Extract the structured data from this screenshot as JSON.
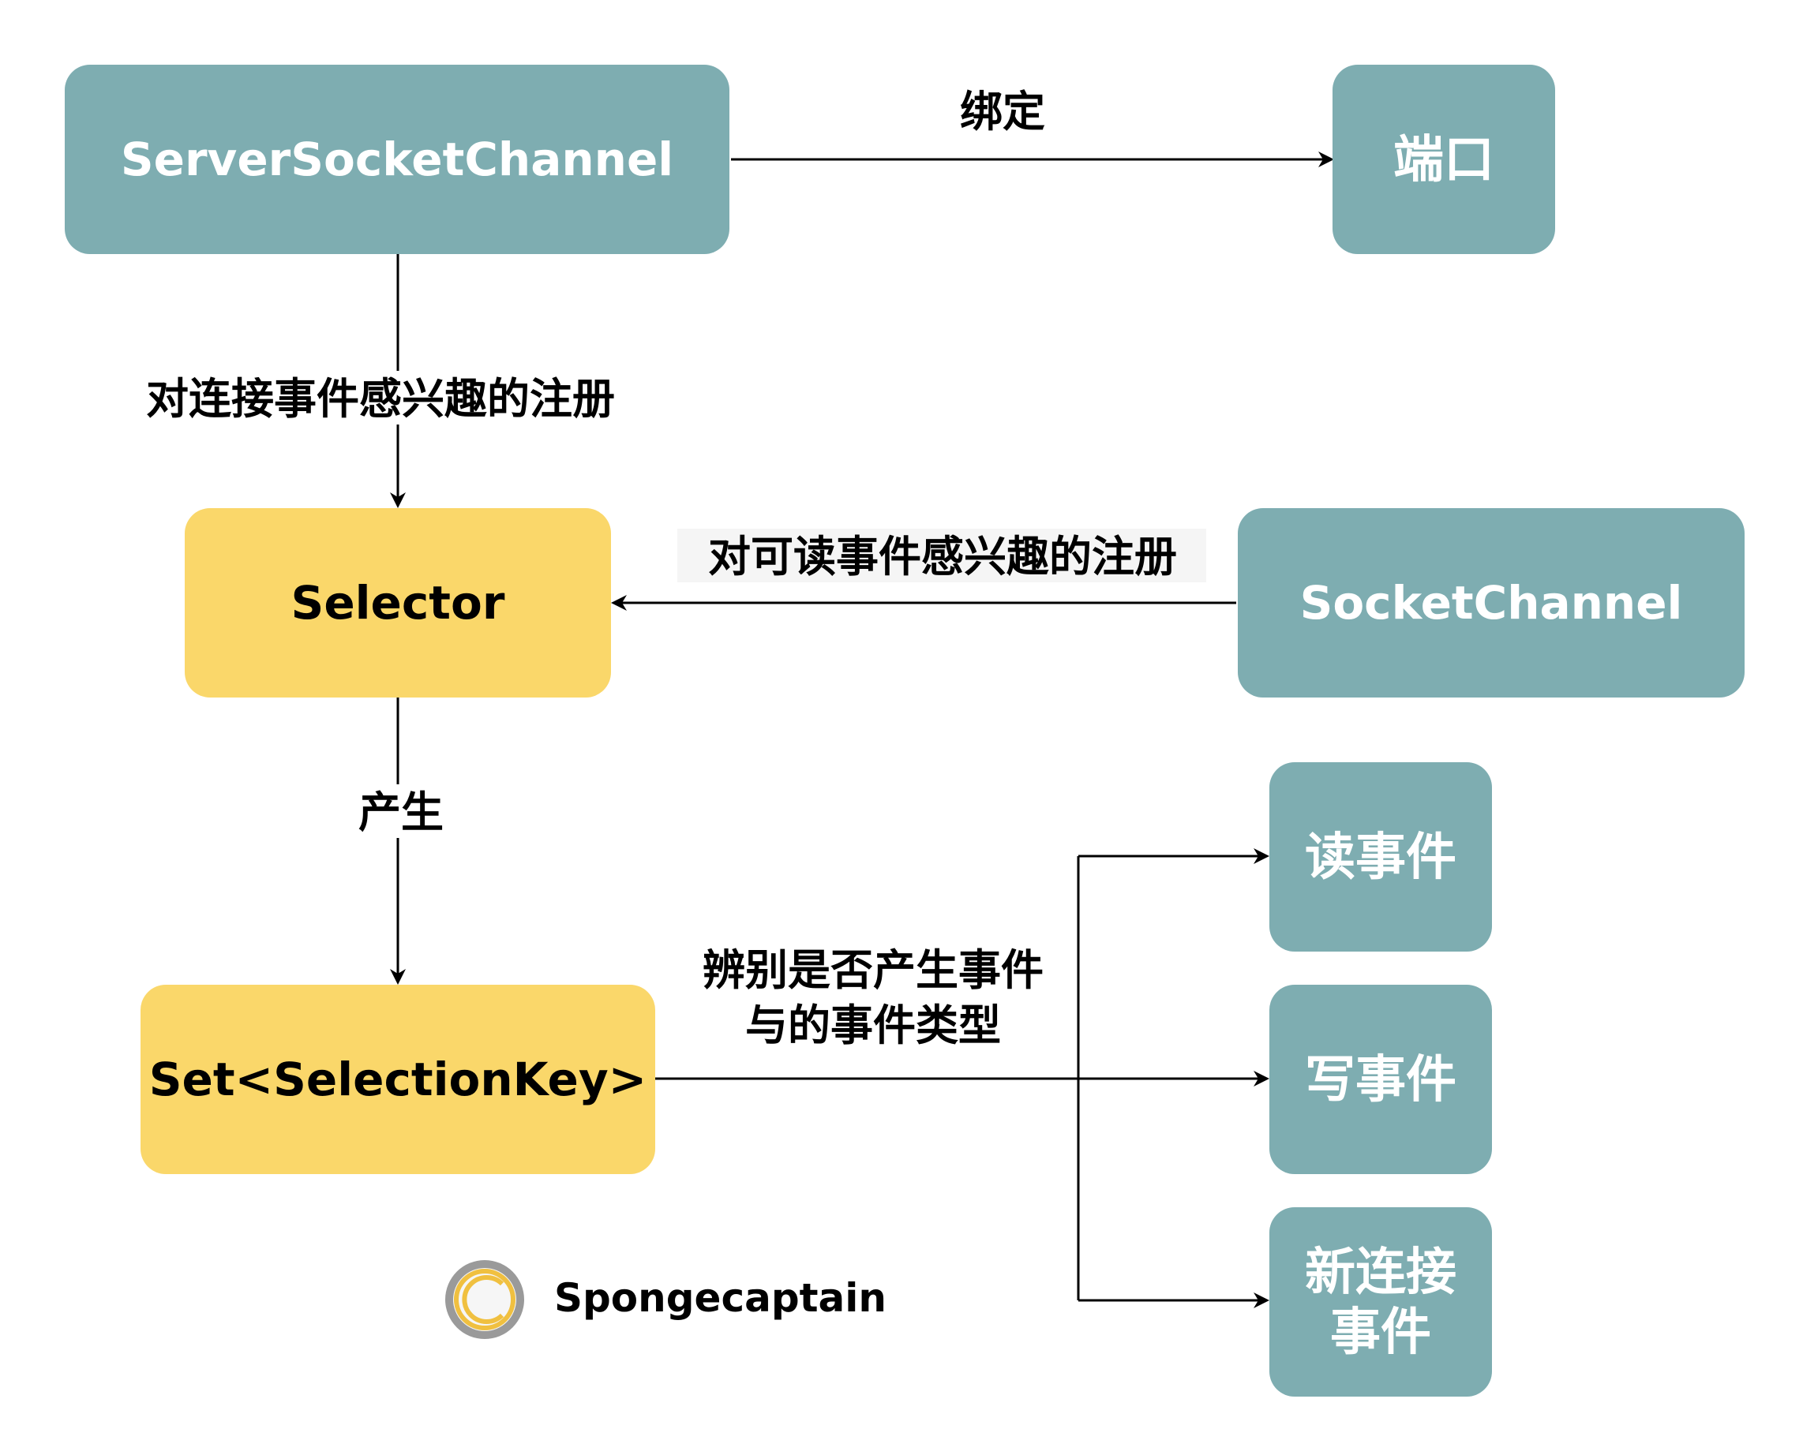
{
  "colors": {
    "teal_box": "#7eadb1",
    "yellow_box": "#fad76a",
    "arrow": "#000000",
    "white_text": "#ffffff",
    "dark_text": "#000000",
    "logo_outer": "#9a9a9a",
    "logo_inner": "#f0c040"
  },
  "nodes": {
    "server_socket_channel": "ServerSocketChannel",
    "port": "端口",
    "selector": "Selector",
    "socket_channel": "SocketChannel",
    "selection_key_set": "Set<SelectionKey>",
    "read_event": "读事件",
    "write_event": "写事件",
    "new_connection_event_line1": "新连接",
    "new_connection_event_line2": "事件"
  },
  "edges": {
    "bind": "绑定",
    "register_accept": "对连接事件感兴趣的注册",
    "register_read": "对可读事件感兴趣的注册",
    "produce": "产生",
    "dispatch_line1": "辨别是否产生事件",
    "dispatch_line2": "与的事件类型"
  },
  "watermark": {
    "logo_icon": "copyright-circle-icon",
    "text": "Spongecaptain"
  }
}
